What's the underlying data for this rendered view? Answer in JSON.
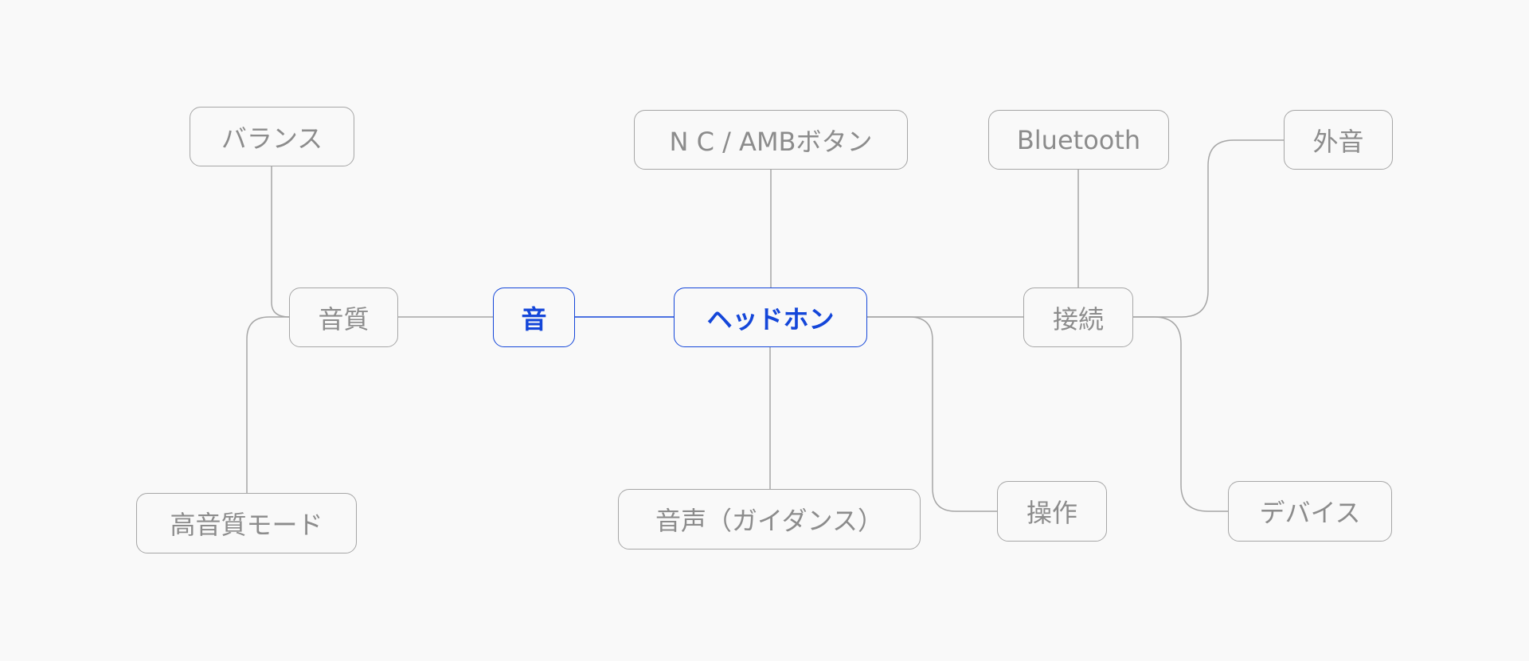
{
  "mindmap": {
    "colors": {
      "background": "#f9f9f9",
      "node_border": "#a6a6a6",
      "node_text": "#8c8c8c",
      "connector": "#a6a6a6",
      "active": "#1446d9"
    },
    "nodes": {
      "headphones": "ヘッドホン",
      "sound": "音",
      "sound_quality": "音質",
      "balance": "バランス",
      "high_quality_mode": "高音質モード",
      "nc_amb_button": "N C / AMBボタン",
      "voice_guidance": "音声（ガイダンス）",
      "connection": "接続",
      "bluetooth": "Bluetooth",
      "ambient_sound": "外音",
      "operation": "操作",
      "device": "デバイス"
    },
    "active_nodes": [
      "headphones",
      "sound"
    ]
  }
}
